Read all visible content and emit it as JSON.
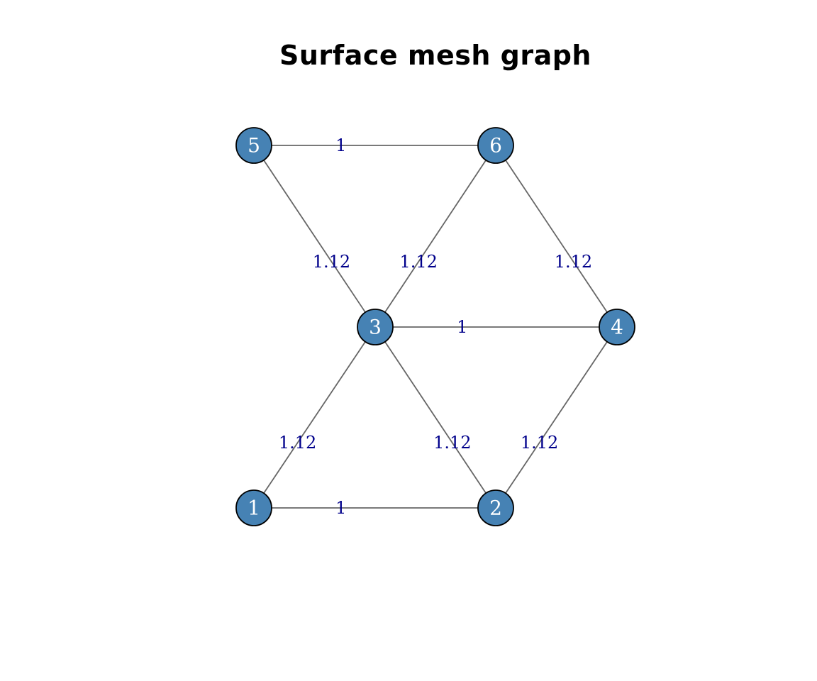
{
  "title": "Surface mesh graph",
  "colors": {
    "node_fill": "#4682b4",
    "node_stroke": "#000000",
    "node_label": "#ffffff",
    "edge": "#666666",
    "edge_label": "#00008b"
  },
  "nodes": [
    {
      "id": "1",
      "label": "1"
    },
    {
      "id": "2",
      "label": "2"
    },
    {
      "id": "3",
      "label": "3"
    },
    {
      "id": "4",
      "label": "4"
    },
    {
      "id": "5",
      "label": "5"
    },
    {
      "id": "6",
      "label": "6"
    }
  ],
  "edges": [
    {
      "from": "5",
      "to": "6",
      "label": "1"
    },
    {
      "from": "5",
      "to": "3",
      "label": "1.12"
    },
    {
      "from": "3",
      "to": "6",
      "label": "1.12"
    },
    {
      "from": "6",
      "to": "4",
      "label": "1.12"
    },
    {
      "from": "3",
      "to": "4",
      "label": "1"
    },
    {
      "from": "1",
      "to": "3",
      "label": "1.12"
    },
    {
      "from": "3",
      "to": "2",
      "label": "1.12"
    },
    {
      "from": "2",
      "to": "4",
      "label": "1.12"
    },
    {
      "from": "1",
      "to": "2",
      "label": "1"
    }
  ]
}
